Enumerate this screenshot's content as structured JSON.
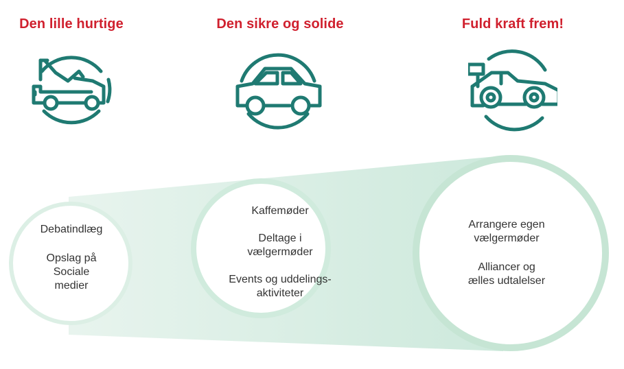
{
  "headings": [
    "Den lille hurtige",
    "Den sikre og solide",
    "Fuld kraft frem!"
  ],
  "icons": [
    "go-kart-icon",
    "car-icon",
    "race-car-icon"
  ],
  "colors": {
    "heading": "#d0202e",
    "icon_stroke": "#1f7a72",
    "funnel_fill": "#d4ece2",
    "circle_fill": "#ffffff",
    "circle_border": "#d4ece2",
    "text": "#333333"
  },
  "circles": [
    {
      "line1": "Debatindlæg",
      "line2": "Opslag på",
      "line3": "Sociale",
      "line4": "medier"
    },
    {
      "line1": "Kaffemøder",
      "line2": "Deltage i",
      "line3": "vælgermøder",
      "line4": "Events og uddelings-",
      "line5": "aktiviteter"
    },
    {
      "line1": "Arrangere egen",
      "line2": "vælgermøder",
      "line3": "Alliancer og",
      "line4": "ælles udtalelser"
    }
  ]
}
